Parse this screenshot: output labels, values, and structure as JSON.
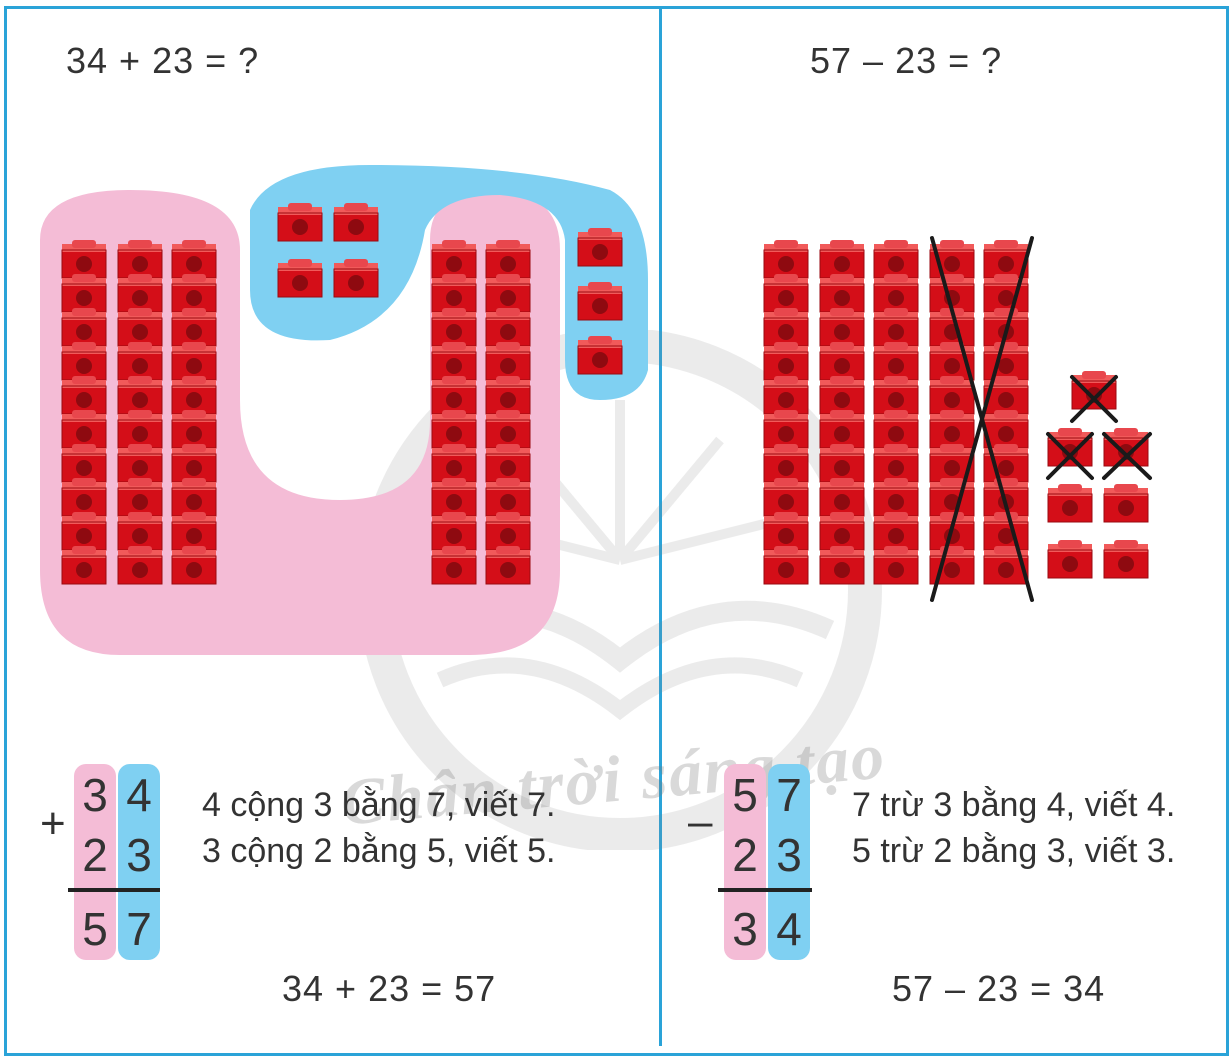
{
  "left_panel": {
    "question": "34 + 23 = ?",
    "column_sum": {
      "operator": "+",
      "top_tens": "3",
      "top_ones": "4",
      "bottom_tens": "2",
      "bottom_ones": "3",
      "result_tens": "5",
      "result_ones": "7"
    },
    "explanation": [
      "4 cộng 3 bằng 7, viết 7.",
      "3 cộng 2 bằng 5, viết 5."
    ],
    "answer": "34 + 23 = 57"
  },
  "right_panel": {
    "question": "57 – 23 = ?",
    "column_sum": {
      "operator": "–",
      "top_tens": "5",
      "top_ones": "7",
      "bottom_tens": "2",
      "bottom_ones": "3",
      "result_tens": "3",
      "result_ones": "4"
    },
    "explanation": [
      "7 trừ 3 bằng 4, viết 4.",
      "5 trừ 2 bằng 3, viết 3."
    ],
    "answer": "57 – 23 = 34"
  },
  "watermark": {
    "text": "Chân trời sáng tạo"
  },
  "colors": {
    "border": "#2aa3d8",
    "tens_highlight": "#f4bcd6",
    "ones_highlight": "#7fd0f2",
    "cube": "#e0141e",
    "cross": "#1a1a1a"
  }
}
